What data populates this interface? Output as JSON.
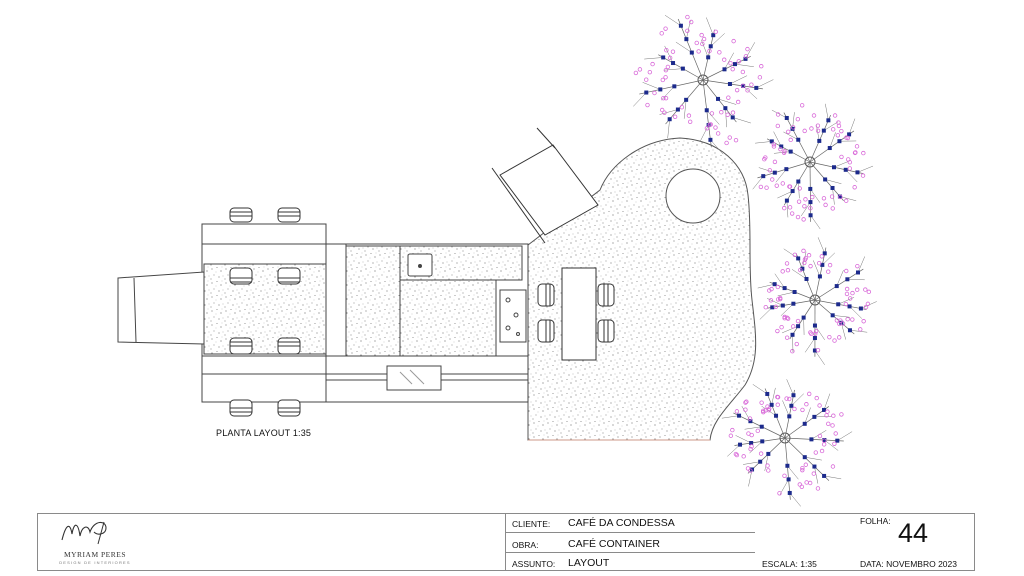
{
  "drawing": {
    "title": "PLANTA LAYOUT 1:35"
  },
  "title_block": {
    "logo": {
      "name": "MYRIAM PERES",
      "tagline": "DESIGN DE INTERIORES"
    },
    "cliente_label": "CLIENTE:",
    "cliente_value": "CAFÉ DA CONDESSA",
    "obra_label": "OBRA:",
    "obra_value": "CAFÉ CONTAINER",
    "assunto_label": "ASSUNTO:",
    "assunto_value": "LAYOUT",
    "escala": "ESCALA: 1:35",
    "folha_label": "FOLHA:",
    "folha_value": "44",
    "data": "DATA: NOVEMBRO 2023"
  },
  "colors": {
    "line": "#3a3a3a",
    "flower_pink": "#d96bd9",
    "flower_blue": "#1c2a8c",
    "speckle": "#555555"
  }
}
